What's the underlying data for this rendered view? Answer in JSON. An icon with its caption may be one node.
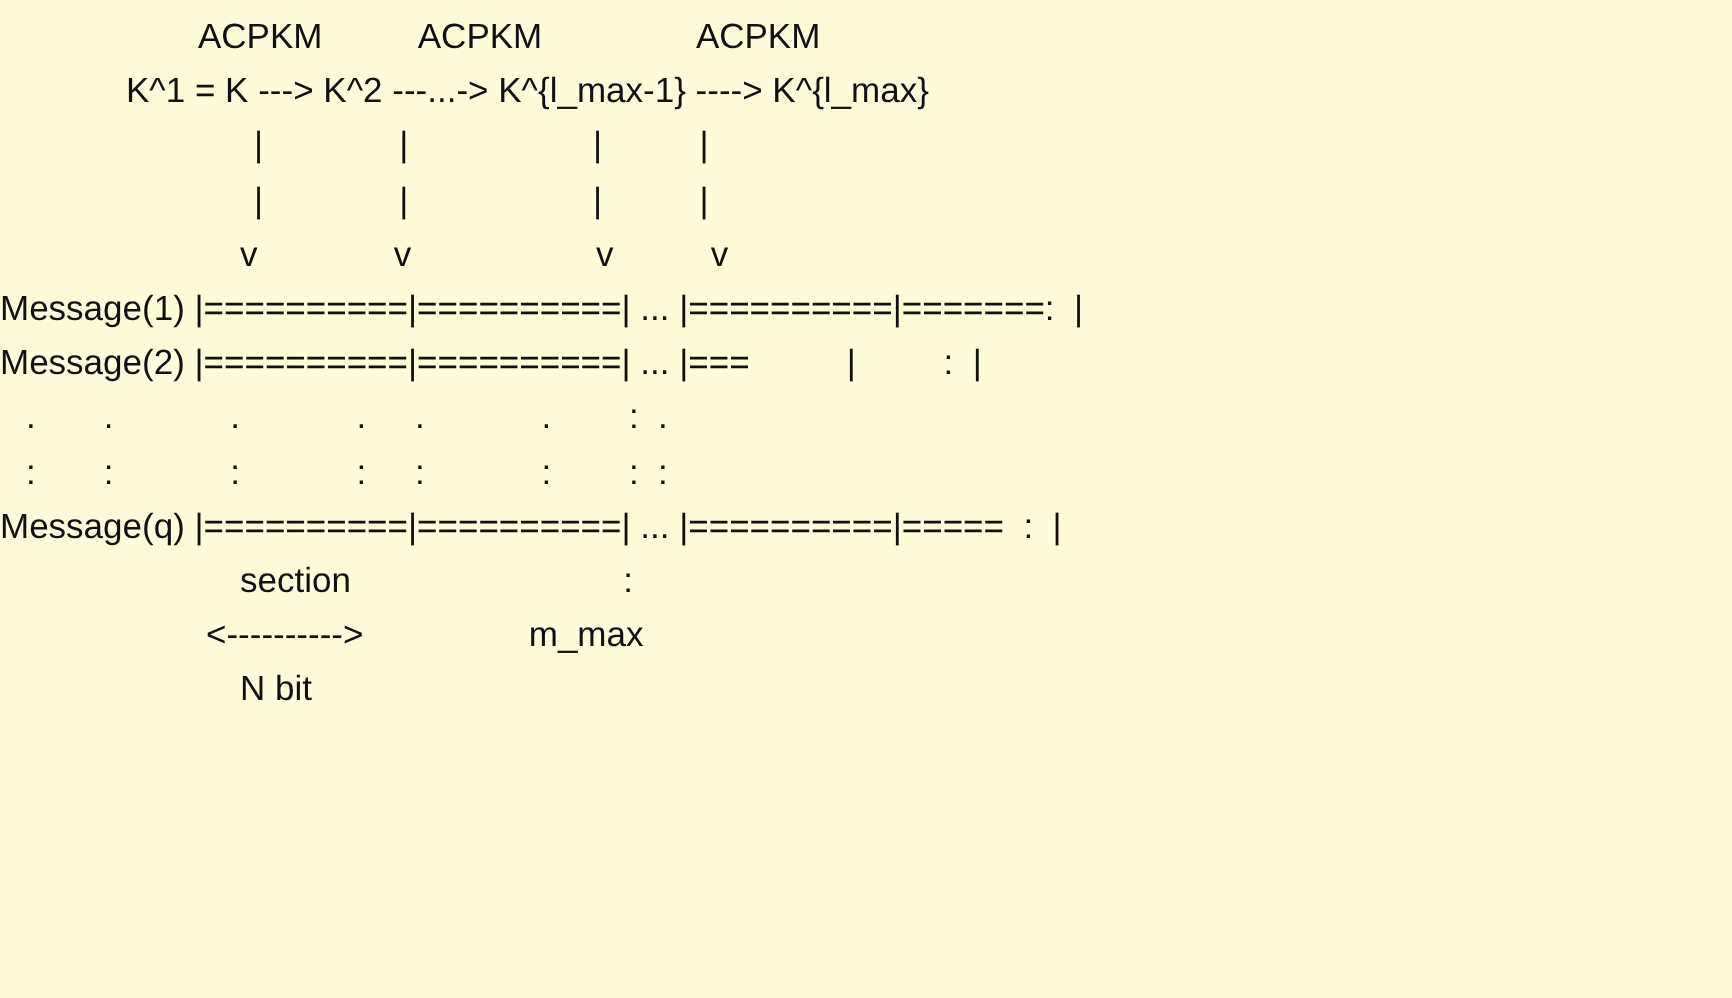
{
  "diagram": {
    "labels": [
      "ACPKM          ACPKM                ACPKM",
      "K^1 = K ---> K^2 ---...-> K^{l_max-1} ----> K^{l_max}",
      "|              |                   |          |",
      "|              |                   |          |",
      "v              v                   v          v",
      "Message(1) |==========|==========| ... |==========|=======:  |",
      "Message(2) |==========|==========| ... |===          |         :  |",
      ".       .            .            .     .            .        :  .",
      ":       :            :            :     :            :        :  :",
      "Message(q) |==========|==========| ... |==========|=====  :  |",
      "section                            :",
      "<---------->                 m_max",
      "N bit"
    ]
  }
}
